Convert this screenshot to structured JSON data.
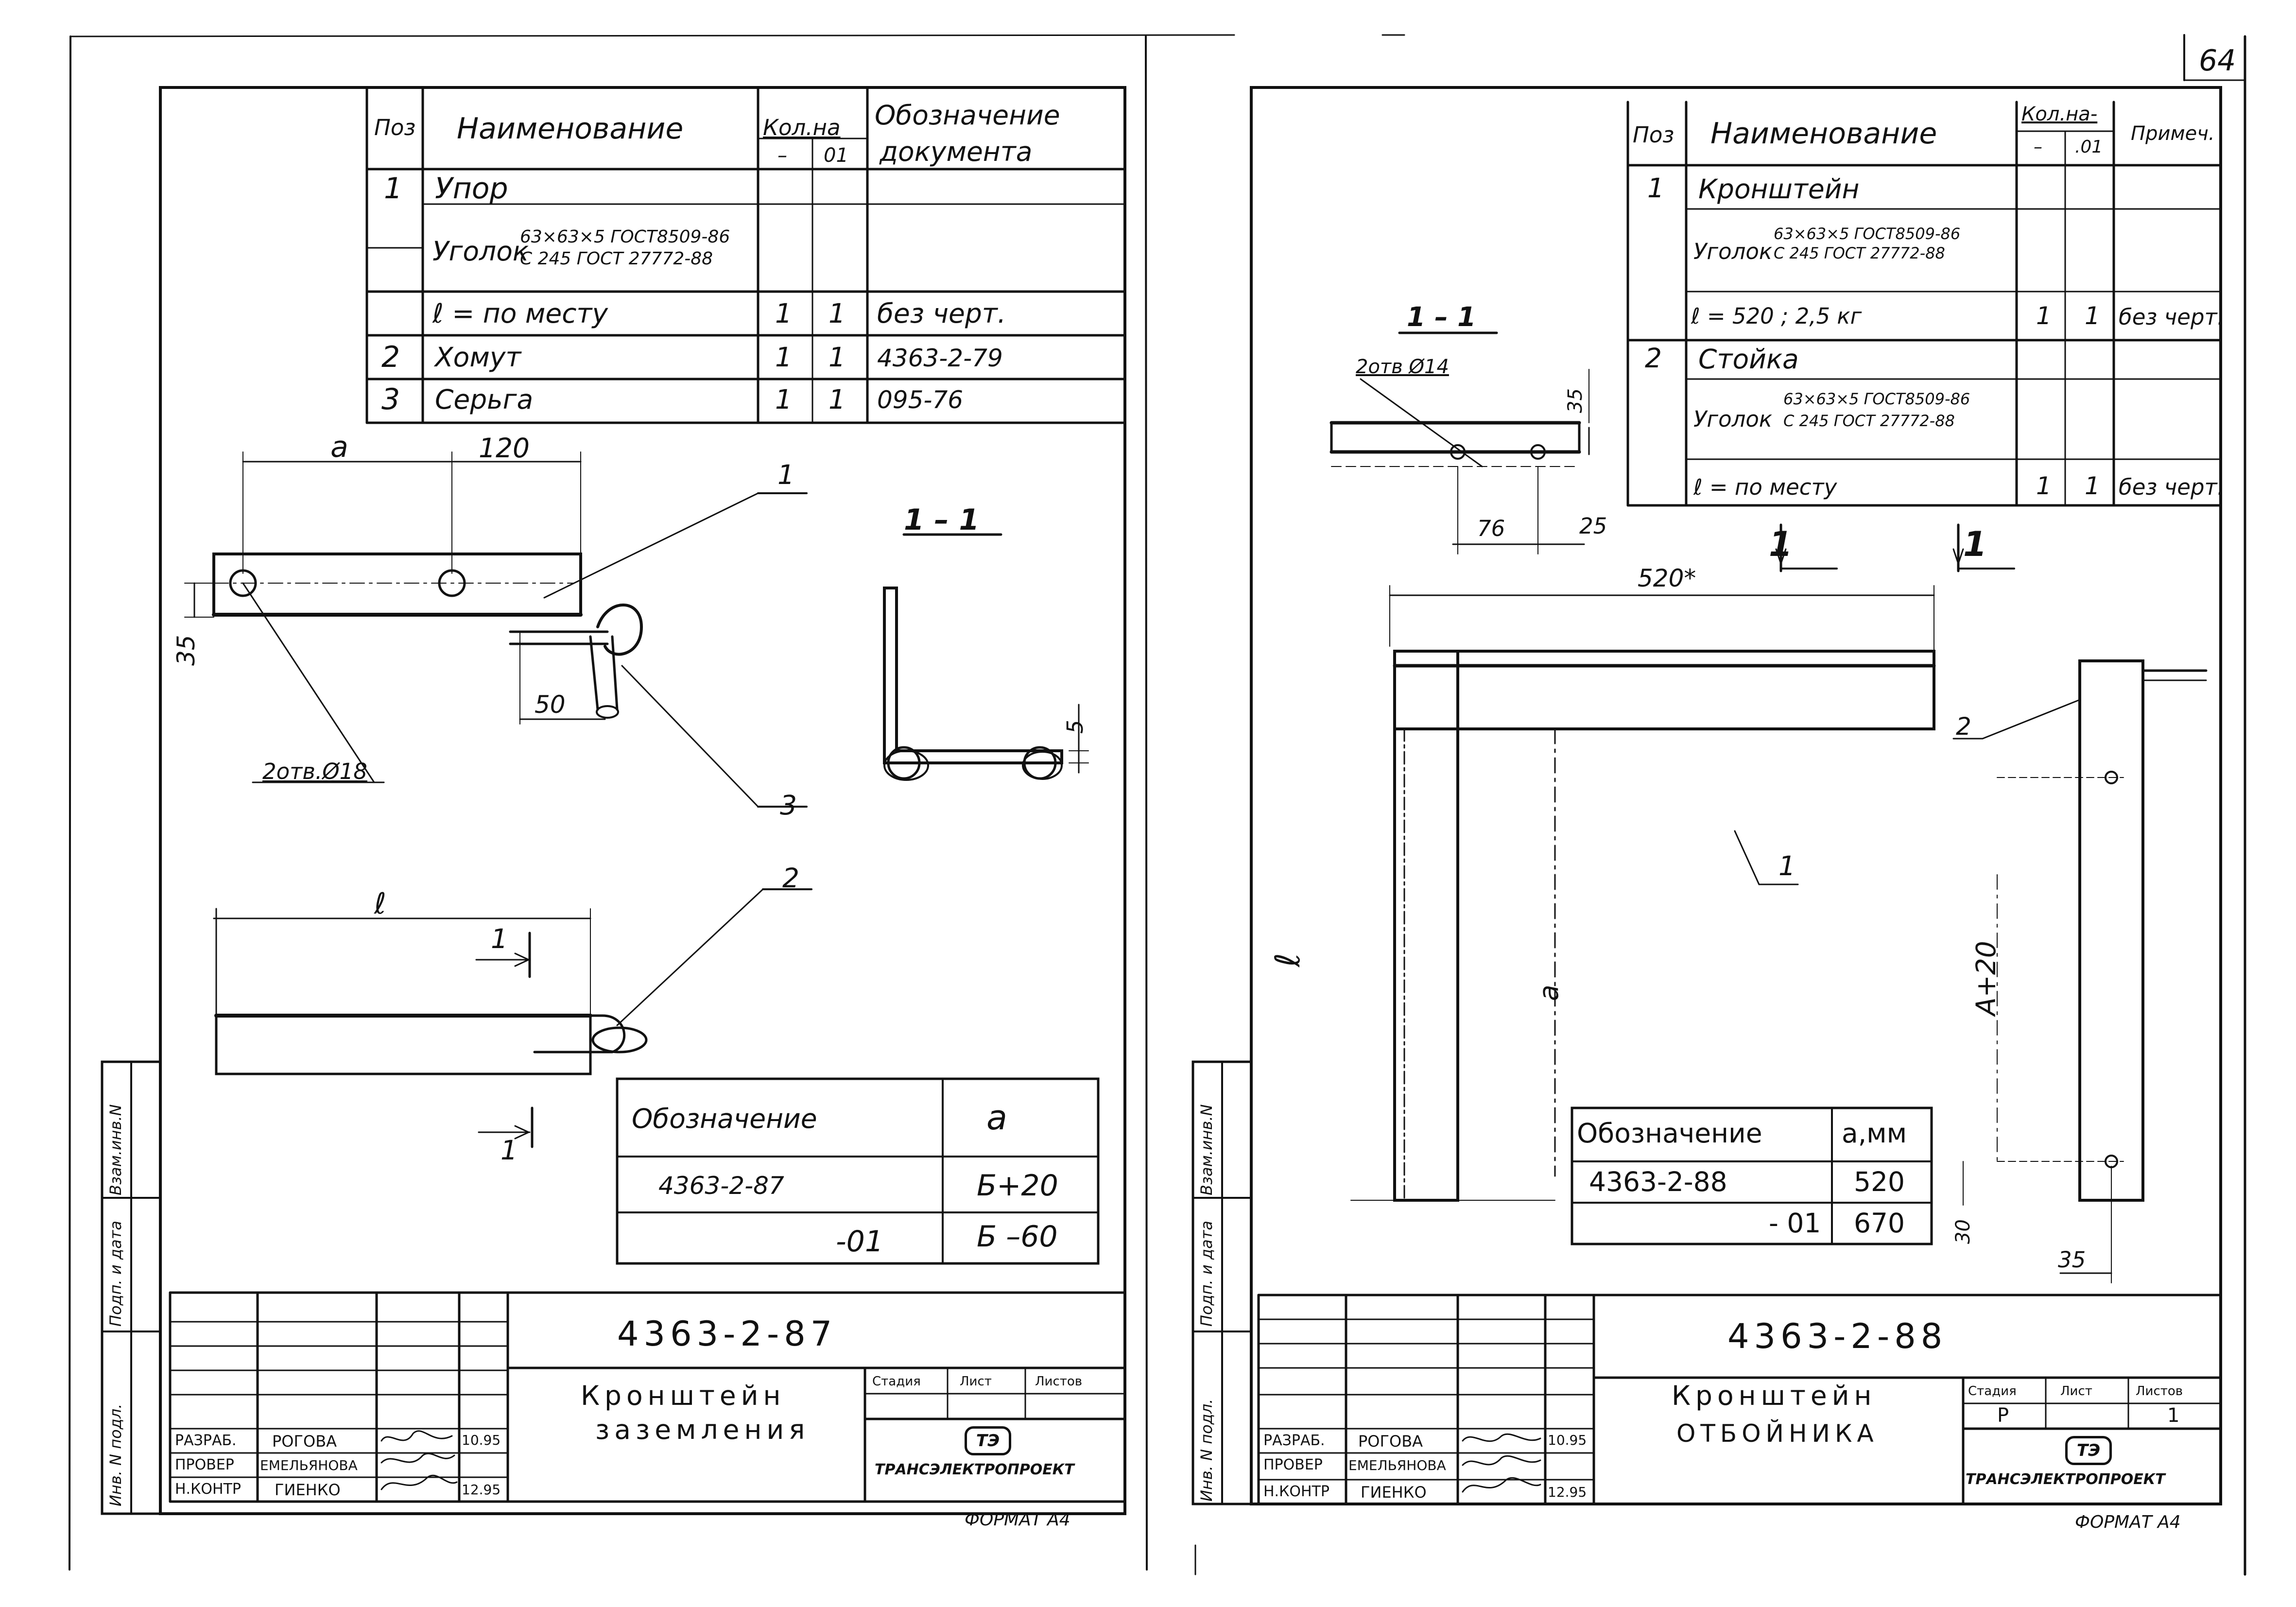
{
  "page_number": "64",
  "left": {
    "spec": {
      "headers": {
        "pos": "Поз",
        "name": "Наименование",
        "qty": "Кол.на",
        "qty_dash": "–",
        "qty_01": "01",
        "doc": "Обозначение",
        "doc2": "документа"
      },
      "rows": [
        {
          "pos": "1",
          "name": "Упор",
          "q1": "",
          "q2": "",
          "doc": ""
        },
        {
          "pos": "",
          "name": "Уголок",
          "name_top": "63×63×5 ГОСТ8509-86",
          "name_bot": "С 245  ГОСТ 27772-88",
          "q1": "",
          "q2": "",
          "doc": ""
        },
        {
          "pos": "",
          "name": "ℓ = по месту",
          "q1": "1",
          "q2": "1",
          "doc": "без черт."
        },
        {
          "pos": "2",
          "name": "Хомут",
          "q1": "1",
          "q2": "1",
          "doc": "4363-2-79"
        },
        {
          "pos": "3",
          "name": "Серьга",
          "q1": "1",
          "q2": "1",
          "doc": "095-76"
        }
      ]
    },
    "drawing": {
      "dim_a": "a",
      "dim_120": "120",
      "dim_35": "35",
      "dim_50": "50",
      "dim_5": "5",
      "holes": "2отв.Ø18",
      "leader_1": "1",
      "leader_2": "2",
      "leader_3": "3",
      "section": "1 – 1",
      "dim_l": "ℓ",
      "cut_1a": "1",
      "cut_1b": "1"
    },
    "variants": {
      "header_designation": "Обозначение",
      "header_a": "a",
      "rows": [
        {
          "designation": "4363-2-87",
          "a": "Б+20"
        },
        {
          "designation": "-01",
          "a": "Б –60"
        }
      ]
    },
    "title_block": {
      "doc_number": "4363-2-87",
      "name_line1": "Кронштейн",
      "name_line2": "заземления",
      "stage_label": "Стадия",
      "sheet_label": "Лист",
      "sheets_label": "Листов",
      "stage": "",
      "sheet": "",
      "sheets": "",
      "roles": [
        {
          "role": "РАЗРАБ.",
          "name": "РОГОВА",
          "date": "10.95"
        },
        {
          "role": "ПРОВЕР",
          "name": "ЕМЕЛЬЯНОВА",
          "date": ""
        },
        {
          "role": "Н.КОНТР",
          "name": "ГИЕНКО",
          "date": "12.95"
        }
      ],
      "org": "ТРАНСЭЛЕКТРОПРОЕКТ",
      "logo": "ТЭ",
      "format": "ФОРМАТ А4"
    },
    "side_labels": [
      "Взам.инв.N",
      "Подп. и дата",
      "Инв. N подл."
    ]
  },
  "right": {
    "spec": {
      "headers": {
        "pos": "Поз",
        "name": "Наименование",
        "qty": "Кол.на-",
        "qty_dash": "–",
        "qty_01": ".01",
        "note": "Примеч."
      },
      "rows": [
        {
          "pos": "1",
          "name": "Кронштейн",
          "q1": "",
          "q2": "",
          "note": ""
        },
        {
          "pos": "",
          "name": "Уголок",
          "name_top": "63×63×5 ГОСТ8509-86",
          "name_bot": "С 245  ГОСТ 27772-88",
          "q1": "",
          "q2": "",
          "note": ""
        },
        {
          "pos": "",
          "name": "ℓ = 520 ; 2,5 кг",
          "q1": "1",
          "q2": "1",
          "note": "без черт."
        },
        {
          "pos": "2",
          "name": "Стойка",
          "q1": "",
          "q2": "",
          "note": ""
        },
        {
          "pos": "",
          "name": "Уголок",
          "name_top": "63×63×5 ГОСТ8509-86",
          "name_bot": "С 245  ГОСТ 27772-88",
          "q1": "",
          "q2": "",
          "note": ""
        },
        {
          "pos": "",
          "name": "ℓ = по  месту",
          "q1": "1",
          "q2": "1",
          "note": "без черт."
        }
      ]
    },
    "drawing": {
      "section": "1 – 1",
      "holes": "2отв Ø14",
      "dim_35": "35",
      "dim_76": "76",
      "dim_25": "25",
      "dim_520": "520*",
      "cut_1a": "1",
      "cut_1b": "1",
      "leader_1": "1",
      "leader_2": "2",
      "dim_l": "ℓ",
      "dim_a": "a",
      "dim_a20": "A+20",
      "dim_30": "30",
      "dim_35b": "35"
    },
    "variants": {
      "header_designation": "Обозначение",
      "header_a": "a,мм",
      "rows": [
        {
          "designation": "4363-2-88",
          "a": "520"
        },
        {
          "designation": "- 01",
          "a": "670"
        }
      ]
    },
    "title_block": {
      "doc_number": "4363-2-88",
      "name_line1": "Кронштейн",
      "name_line2": "ОТБОЙНИКА",
      "stage_label": "Стадия",
      "sheet_label": "Лист",
      "sheets_label": "Листов",
      "stage": "Р",
      "sheet": "",
      "sheets": "1",
      "roles": [
        {
          "role": "РАЗРАБ.",
          "name": "РОГОВА",
          "date": "10.95"
        },
        {
          "role": "ПРОВЕР",
          "name": "ЕМЕЛЬЯНОВА",
          "date": ""
        },
        {
          "role": "Н.КОНТР",
          "name": "ГИЕНКО",
          "date": "12.95"
        }
      ],
      "org": "ТРАНСЭЛЕКТРОПРОЕКТ",
      "logo": "ТЭ",
      "format": "ФОРМАТ А4"
    },
    "side_labels": [
      "Взам.инв.N",
      "Подп. и дата",
      "Инв. N подл."
    ]
  }
}
